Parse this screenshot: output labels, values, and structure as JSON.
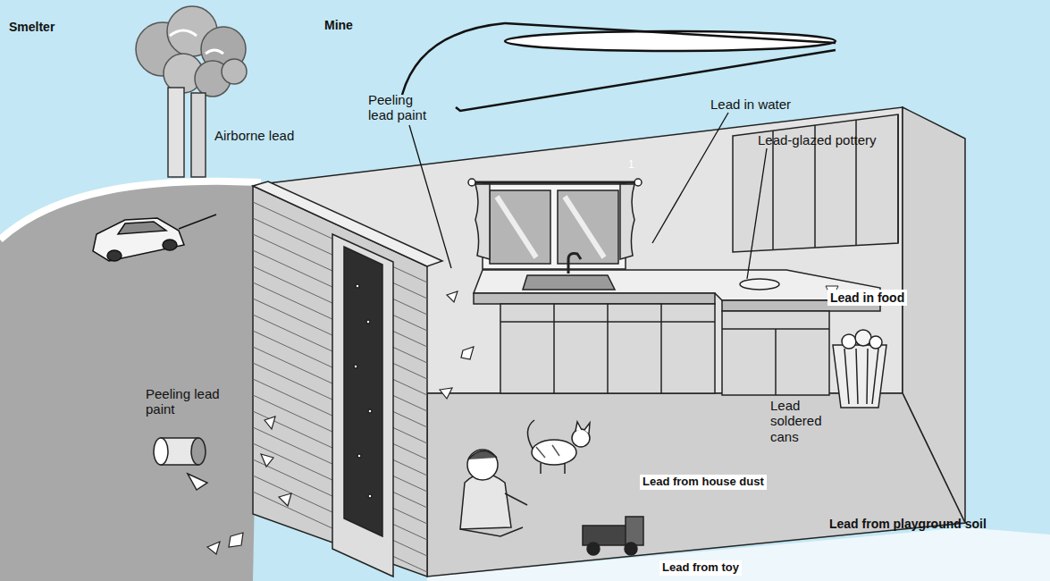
{
  "diagram": {
    "labels": [
      "Smelter",
      "Mine",
      "Airborne lead",
      "Peeling lead paint",
      "1",
      "Lead in water",
      "Lead-glazed pottery",
      "Lead in food",
      "Lead soldered cans",
      "Peeling lead paint",
      "Lead from house dust",
      "Lead from toy",
      "Lead from playground soil"
    ]
  }
}
